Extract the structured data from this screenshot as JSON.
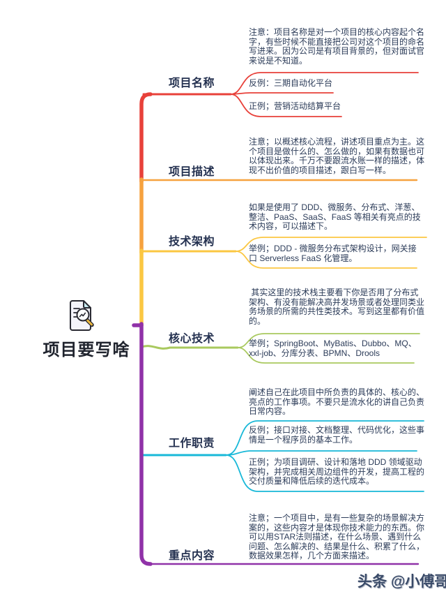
{
  "root": {
    "title": "项目要写啥",
    "icon": "document-magnifier-icon"
  },
  "watermark": "头条 @小傅哥",
  "colors": {
    "text": "#2b3b58",
    "label": "#243150"
  },
  "branches": [
    {
      "label": "项目名称",
      "color": "#e8413a",
      "children": [
        {
          "text": "注意：项目名称是对一个项目的核心内容起个名字，有些时候不能直接把公司对这个项目的命名写进来。因为公司是有项目背景的，但对面试官来说是不知道。"
        },
        {
          "text": "反例：三期自动化平台"
        },
        {
          "text": "正例；营销活动结算平台"
        }
      ]
    },
    {
      "label": "项目描述",
      "color": "#f6a23f",
      "children": [
        {
          "text": "注意；以概述核心流程，讲述项目重点为主。这个项目是做什么的、怎么做的，如果有数据也可以体现出来。千万不要跟流水账一样的描述，体现不出价值的项目描述，跟白写一样。"
        }
      ]
    },
    {
      "label": "技术架构",
      "color": "#fbc742",
      "children": [
        {
          "text": "如果是使用了 DDD、微服务、分布式、洋葱、整洁、PaaS、SaaS、FaaS 等相关有亮点的技术内容，可以描述下。"
        },
        {
          "text": "举例；DDD - 微服务分布式架构设计，网关接口 Serverless FaaS 化管理。"
        }
      ]
    },
    {
      "label": "核心技术",
      "color": "#a9c95e",
      "children": [
        {
          "text": " 其实这里的技术栈主要看下你是否用了分布式架构、有没有能解决高并发场景或者处理同类业务场景的所需的共性类技术。写到这里都有价值的。"
        },
        {
          "text": "举例；SpringBoot、MyBatis、Dubbo、MQ、xxl-job、分库分表、BPMN、Drools"
        }
      ]
    },
    {
      "label": "工作职责",
      "color": "#18b8d8",
      "children": [
        {
          "text": "阐述自己在此项目中所负责的具体的、核心的、亮点的工作事项。不要只是流水化的讲自己负责日常内容。"
        },
        {
          "text": "反例；接口对接、文档整理、代码优化，这些事情是一个程序员的基本工作。"
        },
        {
          "text": "正例；为项目调研、设计和落地 DDD 领域驱动架构，并完成相关周边组件的开发，提高工程的交付质量和降低后续的迭代成本。"
        }
      ]
    },
    {
      "label": "重点内容",
      "color": "#9032a8",
      "children": [
        {
          "text": "注意；一个项目中，是有一些复杂的场景解决方案的，这些内容才是体现你技术能力的东西。你可以用STAR法则描述，在什么场景、遇到什么问题、怎么解决的、结果是什么、积累了什么，数据效果怎样，几个方面来描述。"
        }
      ]
    }
  ]
}
